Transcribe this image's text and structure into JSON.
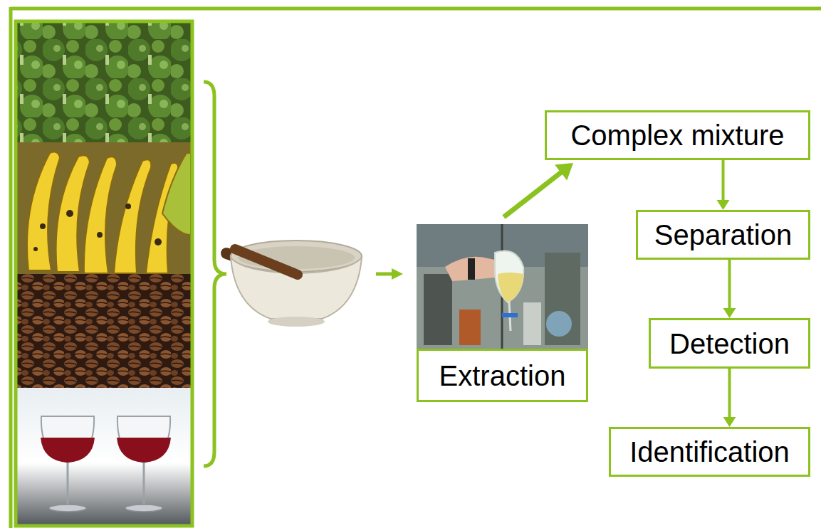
{
  "diagram": {
    "nodes": [
      {
        "text": [
          "Extraction"
        ]
      },
      {
        "text": [
          "Complex mixture"
        ]
      },
      {
        "text": [
          "Separation"
        ]
      },
      {
        "text": [
          "Detection"
        ]
      },
      {
        "text": [
          "Identification"
        ]
      }
    ],
    "edges": [
      {
        "from": 0,
        "to": 1,
        "arrow": "to"
      },
      {
        "from": 1,
        "to": 2,
        "arrow": "to"
      },
      {
        "from": 2,
        "to": 3,
        "arrow": "to"
      },
      {
        "from": 3,
        "to": 4,
        "arrow": "to"
      }
    ]
  }
}
